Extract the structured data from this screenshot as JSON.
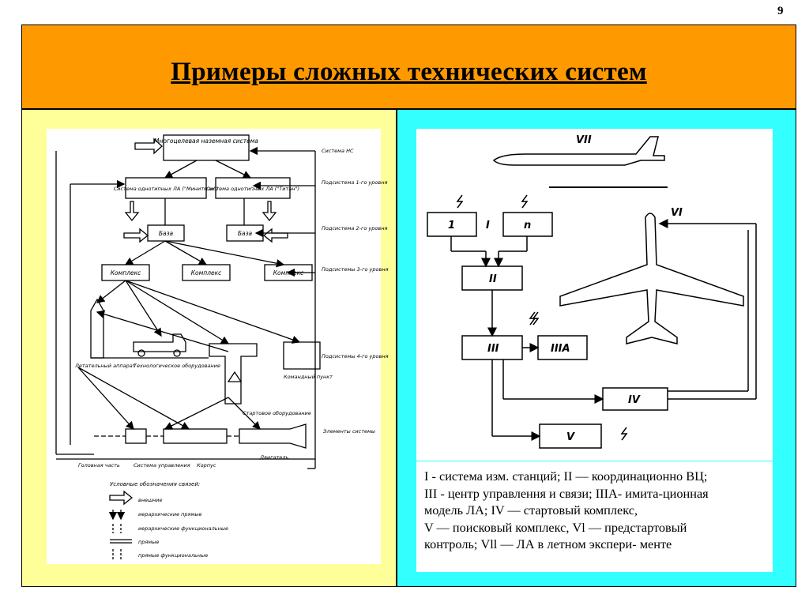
{
  "slide_number": "9",
  "title": "Примеры сложных технических систем",
  "left_diagram": {
    "top_node": "Многоцелевая наземная система",
    "subsystem_left": "Система однотипных ЛА (\"Минитмэн\")",
    "subsystem_right": "Система однотипных ЛА (\"Титан\")",
    "base_label": "База",
    "complex_label": "Комплекс",
    "level_labels": [
      "Система НС",
      "Подсистема 1-го уровня",
      "Подсистема 2-го уровня",
      "Подсистемы 3-го уровня",
      "Подсистемы 4-го уровня"
    ],
    "object_labels": {
      "aircraft": "Летательный аппарат",
      "tech_equipment": "Технологическое оборудование",
      "command_post": "Командный пункт",
      "launch_equipment": "Стартовое оборудование",
      "system_elements": "Элементы системы",
      "head": "Головная часть",
      "control_system": "Система управления",
      "hull": "Корпус",
      "engine": "Двигатель"
    },
    "legend_title": "Условные обозначения связей:",
    "legend_items": [
      "внешние",
      "иерархические прямые",
      "иерархические функциональные",
      "прямые",
      "прямые функциональные"
    ]
  },
  "right_diagram": {
    "labels": [
      "VII",
      "VI",
      "1",
      "I",
      "n",
      "II",
      "III",
      "IIIA",
      "IV",
      "V"
    ]
  },
  "caption_lines": [
    "I - система изм. станций; II — координационно ВЦ;",
    "III - центр управлення и связи; IIIA- имита-ционная",
    "модель ЛА;  IV — стартовый комплекс,",
    "V — поисковый комплекс, Vl — предстартовый",
    "контроль; Vll — ЛА в летном экспери- менте"
  ]
}
